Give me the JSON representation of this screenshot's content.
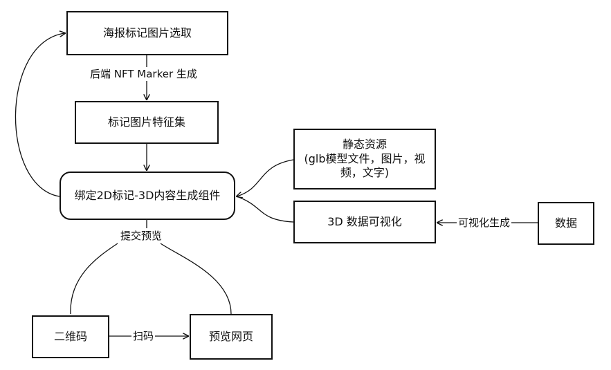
{
  "nodes": {
    "poster_select": "海报标记图片选取",
    "feature_set": "标记图片特征集",
    "bind_component": "绑定2D标记-3D内容生成组件",
    "static_res_line1": "静态资源",
    "static_res_line2": "(glb模型文件，图片，视",
    "static_res_line3": "频，文字)",
    "viz_3d": "3D 数据可视化",
    "data": "数据",
    "qrcode": "二维码",
    "preview_page": "预览网页"
  },
  "edges": {
    "backend_nft": "后端 NFT Marker 生成",
    "submit_preview": "提交预览",
    "viz_generate": "可视化生成",
    "scan": "扫码"
  }
}
